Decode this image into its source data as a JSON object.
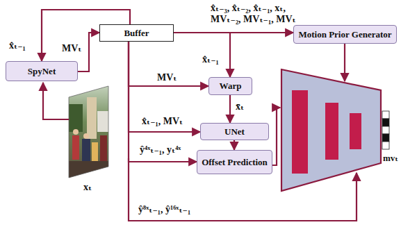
{
  "diagram": {
    "nodes": [
      {
        "text": [
          "SpyNet"
        ]
      },
      {
        "text": [
          "Buffer"
        ]
      },
      {
        "text": [
          "Motion Prior Generator"
        ]
      },
      {
        "text": [
          "Warp"
        ]
      },
      {
        "text": [
          "UNet"
        ]
      },
      {
        "text": [
          "Offset Prediction"
        ]
      }
    ],
    "edges": [
      {
        "from": 1,
        "to": 0,
        "arrow": "to",
        "label": "x̂ₜ₋₁"
      },
      {
        "from": 0,
        "to": 1,
        "arrow": "to",
        "label": "MVₜ"
      },
      {
        "from": 1,
        "to": 2,
        "arrow": "to",
        "label": "x̂ₜ₋₃, x̂ₜ₋₂, x̂ₜ₋₁, xₜ, MVₜ₋₂, MVₜ₋₁, MVₜ"
      },
      {
        "from": 1,
        "to": 3,
        "arrow": "to",
        "label": "x̂ₜ₋₁"
      },
      {
        "from": 1,
        "to": 3,
        "arrow": "to",
        "label": "MVₜ"
      },
      {
        "from": 3,
        "to": 4,
        "arrow": "to",
        "label": "x̄ₜ"
      },
      {
        "from": 1,
        "to": 4,
        "arrow": "to",
        "label": "x̂ₜ₋₁, MVₜ"
      },
      {
        "from": 4,
        "to": 5,
        "arrow": "to"
      },
      {
        "from": 1,
        "to": 5,
        "arrow": "to",
        "label": "ŷ⁴ˣₜ₋₁, yₜ⁴ˣ"
      }
    ],
    "labels": [
      "ŷ⁸ˣₜ₋₁, ŷ¹⁶ˣₜ₋₁",
      "xₜ",
      "mvₜ"
    ]
  }
}
